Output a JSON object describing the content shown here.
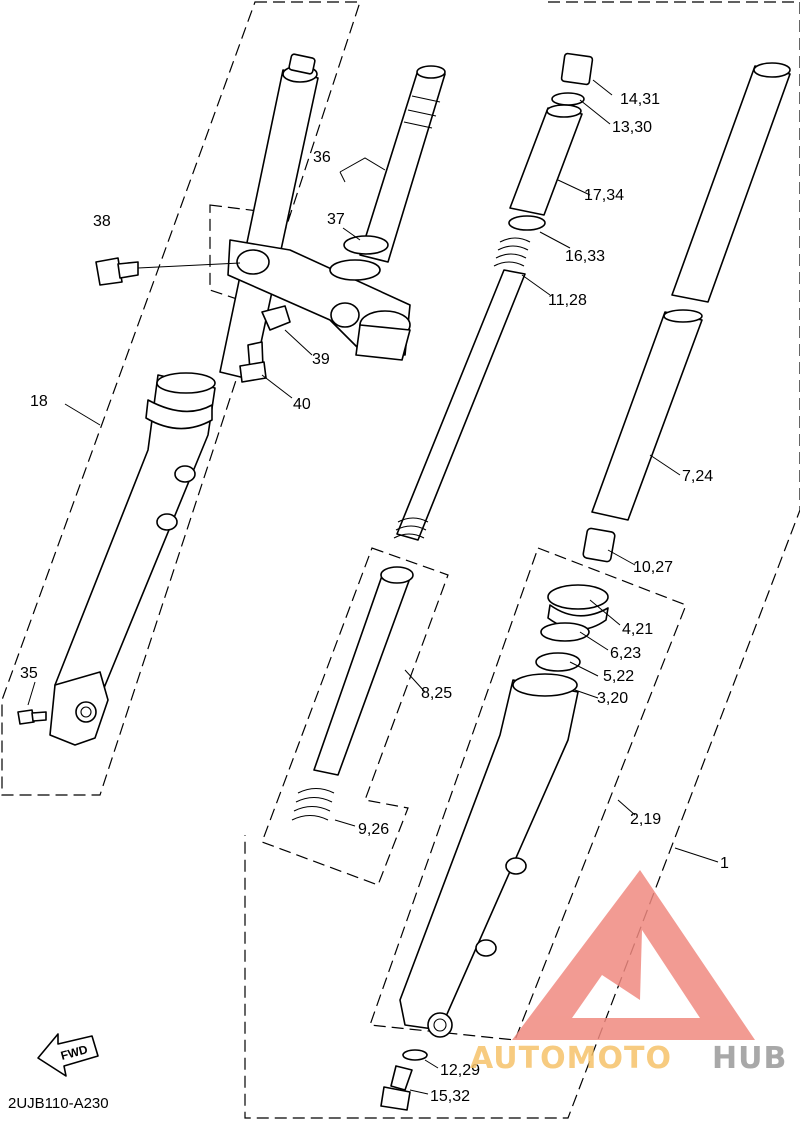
{
  "diagram": {
    "code": "2UJB110-A230",
    "fwd_label": "FWD",
    "callouts": [
      "14,31",
      "13,30",
      "36",
      "37",
      "17,34",
      "38",
      "16,33",
      "11,28",
      "39",
      "40",
      "18",
      "7,24",
      "10,27",
      "4,21",
      "6,23",
      "5,22",
      "8,25",
      "3,20",
      "35",
      "2,19",
      "9,26",
      "1",
      "12,29",
      "15,32"
    ]
  },
  "watermark": {
    "brand_left": "AUTOMOTO",
    "brand_right": "HUB",
    "color_triangle": "#f08a80",
    "color_auto": "#f6c36a",
    "color_hub": "#9a9a9a"
  }
}
